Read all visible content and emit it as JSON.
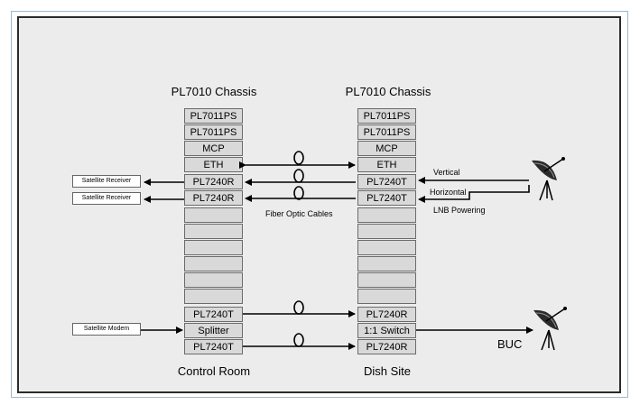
{
  "left_chassis": {
    "title": "PL7010 Chassis",
    "slots": [
      "PL7011PS",
      "PL7011PS",
      "MCP",
      "ETH",
      "PL7240R",
      "PL7240R",
      "",
      "",
      "",
      "",
      "",
      "",
      "PL7240T",
      "Splitter",
      "PL7240T"
    ],
    "footer": "Control Room"
  },
  "right_chassis": {
    "title": "PL7010 Chassis",
    "slots": [
      "PL7011PS",
      "PL7011PS",
      "MCP",
      "ETH",
      "PL7240T",
      "PL7240T",
      "",
      "",
      "",
      "",
      "",
      "",
      "PL7240R",
      "1:1 Switch",
      "PL7240R"
    ],
    "footer": "Dish Site"
  },
  "external": {
    "receiver_1": "Satellite Receiver",
    "receiver_2": "Satellite Receiver",
    "modem": "Satellite Modem"
  },
  "labels": {
    "fiber": "Fiber Optic Cables",
    "vertical": "Vertical",
    "horizontal": "Horizontal",
    "lnb": "LNB Powering",
    "buc": "BUC"
  },
  "icons": [
    "satellite-dish-icon"
  ]
}
